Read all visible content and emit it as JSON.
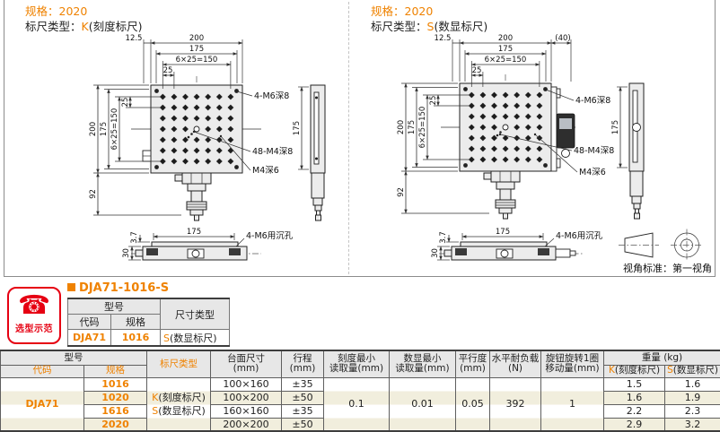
{
  "accent_orange": "#ef8200",
  "accent_red": "#e60012",
  "panel_k": {
    "spec_label": "规格：",
    "spec_value": "2020",
    "type_label": "标尺类型：",
    "type_key": "K",
    "type_rest": "(刻度标尺)",
    "dims": {
      "offset_12_5": "12.5",
      "top_200": "200",
      "top_175": "175",
      "top_150": "6×25=150",
      "top_25": "25",
      "left_200": "200",
      "left_175": "175",
      "left_150": "6×25=150",
      "left_25": "25",
      "height_92": "92",
      "side_175": "175",
      "bottom_175": "175",
      "lip_3_7": "3.7",
      "base_30": "30"
    },
    "labels": {
      "corner_holes": "4-M6深8",
      "grid_holes": "48-M4深8",
      "center_hole": "M4深6",
      "counterbore": "4-M6用沉孔"
    }
  },
  "panel_s": {
    "spec_label": "规格：",
    "spec_value": "2020",
    "type_label": "标尺类型：",
    "type_key": "S",
    "type_rest": "(数显标尺)",
    "dims": {
      "offset_12_5": "12.5",
      "ext_40": "(40)",
      "top_200": "200",
      "top_175": "175",
      "top_150": "6×25=150",
      "top_25": "25",
      "left_200": "200",
      "left_175": "175",
      "left_150": "6×25=150",
      "left_25": "25",
      "height_92": "92",
      "side_175": "175",
      "bottom_175": "175",
      "lip_3_7": "3.7",
      "base_30": "30"
    },
    "labels": {
      "corner_holes": "4-M6深8",
      "grid_holes": "48-M4深8",
      "center_hole": "M4深6",
      "counterbore": "4-M6用沉孔"
    },
    "view_label": "视角标准：第一视角"
  },
  "selection": {
    "badge_label": "选型示范",
    "title": "DJA71-1016-S",
    "model_header": "型号",
    "code_header": "代码",
    "spec_header": "规格",
    "type_header": "尺寸类型",
    "code": "DJA71",
    "spec": "1016",
    "type_key": "S",
    "type_rest": "(数显标尺)"
  },
  "main_table": {
    "headers": {
      "model": "型号",
      "code": "代码",
      "spec": "规格",
      "scale_type": "标尺类型",
      "surface_l1": "台面尺寸",
      "surface_l2": "(mm)",
      "travel_l1": "行程",
      "travel_l2": "(mm)",
      "scale_min_l1": "刻度最小",
      "scale_min_l2": "读取量(mm)",
      "digital_min_l1": "数显最小",
      "digital_min_l2": "读取量(mm)",
      "parallel_l1": "平行度",
      "parallel_l2": "(mm)",
      "load_l1": "水平耐负载",
      "load_l2": "(N)",
      "knob_l1": "旋钮旋转1圈",
      "knob_l2": "移动量(mm)",
      "weight": "重量 (kg)",
      "weight_k_key": "K",
      "weight_k_rest": "(刻度标尺)",
      "weight_s_key": "S",
      "weight_s_rest": "(数显标尺)"
    },
    "code": "DJA71",
    "scale_k_key": "K",
    "scale_k_rest": "(刻度标尺)",
    "scale_s_key": "S",
    "scale_s_rest": "(数显标尺)",
    "shared": {
      "scale_min": "0.1",
      "digital_min": "0.01",
      "parallel": "0.05",
      "load": "392",
      "knob_travel": "1"
    },
    "rows": [
      {
        "spec": "1016",
        "surface": "100×160",
        "travel": "±35",
        "weight_k": "1.5",
        "weight_s": "1.6"
      },
      {
        "spec": "1020",
        "surface": "100×200",
        "travel": "±50",
        "weight_k": "1.6",
        "weight_s": "1.9"
      },
      {
        "spec": "1616",
        "surface": "160×160",
        "travel": "±35",
        "weight_k": "2.2",
        "weight_s": "2.3"
      },
      {
        "spec": "2020",
        "surface": "200×200",
        "travel": "±50",
        "weight_k": "2.9",
        "weight_s": "3.2"
      }
    ]
  }
}
